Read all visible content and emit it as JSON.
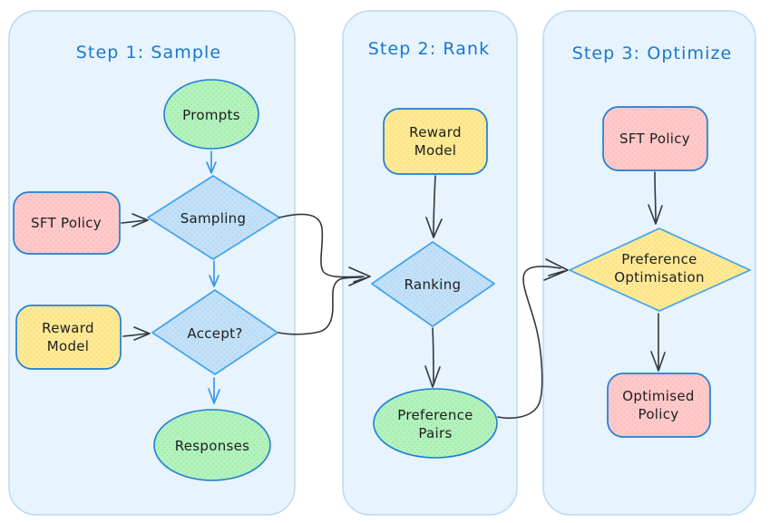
{
  "diagram": {
    "type": "flowchart",
    "style": "hand-drawn",
    "panels": [
      {
        "title": "Step 1: Sample"
      },
      {
        "title": "Step 2: Rank"
      },
      {
        "title": "Step 3: Optimize"
      }
    ],
    "nodes": {
      "prompts": {
        "label": "Prompts",
        "shape": "ellipse",
        "fill": "green",
        "panel": "Step 1: Sample"
      },
      "sft_policy_1": {
        "label": "SFT Policy",
        "shape": "rounded-rect",
        "fill": "pink",
        "panel": "Step 1: Sample"
      },
      "sampling": {
        "label": "Sampling",
        "shape": "diamond",
        "fill": "blue",
        "panel": "Step 1: Sample"
      },
      "reward_model_1": {
        "line1": "Reward",
        "line2": "Model",
        "shape": "rounded-rect",
        "fill": "yellow",
        "panel": "Step 1: Sample"
      },
      "accept": {
        "label": "Accept?",
        "shape": "diamond",
        "fill": "blue",
        "panel": "Step 1: Sample"
      },
      "responses": {
        "label": "Responses",
        "shape": "ellipse",
        "fill": "green",
        "panel": "Step 1: Sample"
      },
      "reward_model_2": {
        "line1": "Reward",
        "line2": "Model",
        "shape": "rounded-rect",
        "fill": "yellow",
        "panel": "Step 2: Rank"
      },
      "ranking": {
        "label": "Ranking",
        "shape": "diamond",
        "fill": "blue",
        "panel": "Step 2: Rank"
      },
      "preference_pairs": {
        "line1": "Preference",
        "line2": "Pairs",
        "shape": "ellipse",
        "fill": "green",
        "panel": "Step 2: Rank"
      },
      "sft_policy_3": {
        "label": "SFT Policy",
        "shape": "rounded-rect",
        "fill": "pink",
        "panel": "Step 3: Optimize"
      },
      "preference_optimisation": {
        "line1": "Preference",
        "line2": "Optimisation",
        "shape": "diamond",
        "fill": "yellow",
        "panel": "Step 3: Optimize"
      },
      "optimised_policy": {
        "line1": "Optimised",
        "line2": "Policy",
        "shape": "rounded-rect",
        "fill": "pink",
        "panel": "Step 3: Optimize"
      }
    },
    "edges": [
      {
        "from": "Prompts",
        "to": "Sampling",
        "color": "blue"
      },
      {
        "from": "SFT Policy",
        "to": "Sampling",
        "color": "black"
      },
      {
        "from": "Sampling",
        "to": "Accept?",
        "color": "blue"
      },
      {
        "from": "Reward Model",
        "to": "Accept?",
        "color": "black"
      },
      {
        "from": "Accept?",
        "to": "Responses",
        "color": "blue"
      },
      {
        "from": "Sampling",
        "to": "Ranking",
        "color": "black",
        "cross_panel": true
      },
      {
        "from": "Accept?",
        "to": "Ranking",
        "color": "black",
        "cross_panel": true
      },
      {
        "from": "Reward Model",
        "to": "Ranking",
        "color": "black"
      },
      {
        "from": "Ranking",
        "to": "Preference Pairs",
        "color": "black"
      },
      {
        "from": "Preference Pairs",
        "to": "Preference Optimisation",
        "color": "black",
        "cross_panel": true
      },
      {
        "from": "SFT Policy",
        "to": "Preference Optimisation",
        "color": "black"
      },
      {
        "from": "Preference Optimisation",
        "to": "Optimised Policy",
        "color": "black"
      }
    ],
    "colors": {
      "panel_fill": "#e7f3fd",
      "panel_border": "#bcd9f0",
      "title_blue": "#1a77cf",
      "green_fill": "#b3f2bc",
      "pink_fill": "#ffc9c9",
      "yellow_fill": "#ffe994",
      "blue_diamond_fill": "#c2e1f8",
      "node_stroke_blue": "#1f7fd4",
      "arrow_black": "#33383d",
      "arrow_blue": "#3b99f0",
      "text_color": "#1e1e1e"
    }
  }
}
